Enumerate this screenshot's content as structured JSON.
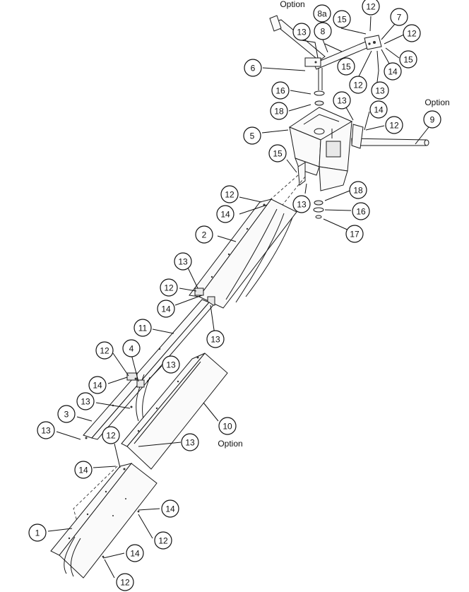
{
  "labels": {
    "option_top": "Option",
    "option_right": "Option",
    "option_bottom": "Option"
  },
  "callouts": [
    {
      "id": "c-12-top",
      "text": "12"
    },
    {
      "id": "c-8a",
      "text": "8a"
    },
    {
      "id": "c-15-top",
      "text": "15"
    },
    {
      "id": "c-7",
      "text": "7"
    },
    {
      "id": "c-13-top",
      "text": "13"
    },
    {
      "id": "c-8",
      "text": "8"
    },
    {
      "id": "c-12-r1",
      "text": "12"
    },
    {
      "id": "c-15-r",
      "text": "15"
    },
    {
      "id": "c-15-mid",
      "text": "15"
    },
    {
      "id": "c-14-r1",
      "text": "14"
    },
    {
      "id": "c-12-r2",
      "text": "12"
    },
    {
      "id": "c-13-r2",
      "text": "13"
    },
    {
      "id": "c-6",
      "text": "6"
    },
    {
      "id": "c-16-a",
      "text": "16"
    },
    {
      "id": "c-18-a",
      "text": "18"
    },
    {
      "id": "c-13-hop",
      "text": "13"
    },
    {
      "id": "c-14-hop",
      "text": "14"
    },
    {
      "id": "c-12-hop",
      "text": "12"
    },
    {
      "id": "c-9",
      "text": "9"
    },
    {
      "id": "c-5",
      "text": "5"
    },
    {
      "id": "c-15-hop",
      "text": "15"
    },
    {
      "id": "c-18-b",
      "text": "18"
    },
    {
      "id": "c-16-b",
      "text": "16"
    },
    {
      "id": "c-17",
      "text": "17"
    },
    {
      "id": "c-13-hop2",
      "text": "13"
    },
    {
      "id": "c-12-s2a",
      "text": "12"
    },
    {
      "id": "c-14-s2a",
      "text": "14"
    },
    {
      "id": "c-2",
      "text": "2"
    },
    {
      "id": "c-13-s2b",
      "text": "13"
    },
    {
      "id": "c-12-s2b",
      "text": "12"
    },
    {
      "id": "c-14-s2b",
      "text": "14"
    },
    {
      "id": "c-13-s2c",
      "text": "13"
    },
    {
      "id": "c-11",
      "text": "11"
    },
    {
      "id": "c-12-s3a",
      "text": "12"
    },
    {
      "id": "c-4",
      "text": "4"
    },
    {
      "id": "c-13-s3a",
      "text": "13"
    },
    {
      "id": "c-14-s3a",
      "text": "14"
    },
    {
      "id": "c-13-s3b",
      "text": "13"
    },
    {
      "id": "c-3",
      "text": "3"
    },
    {
      "id": "c-13-s3c",
      "text": "13"
    },
    {
      "id": "c-10",
      "text": "10"
    },
    {
      "id": "c-13-s10",
      "text": "13"
    },
    {
      "id": "c-12-s1a",
      "text": "12"
    },
    {
      "id": "c-14-s1a",
      "text": "14"
    },
    {
      "id": "c-1",
      "text": "1"
    },
    {
      "id": "c-14-s1b",
      "text": "14"
    },
    {
      "id": "c-12-s1b",
      "text": "12"
    },
    {
      "id": "c-14-s1c",
      "text": "14"
    },
    {
      "id": "c-12-s1c",
      "text": "12"
    }
  ]
}
